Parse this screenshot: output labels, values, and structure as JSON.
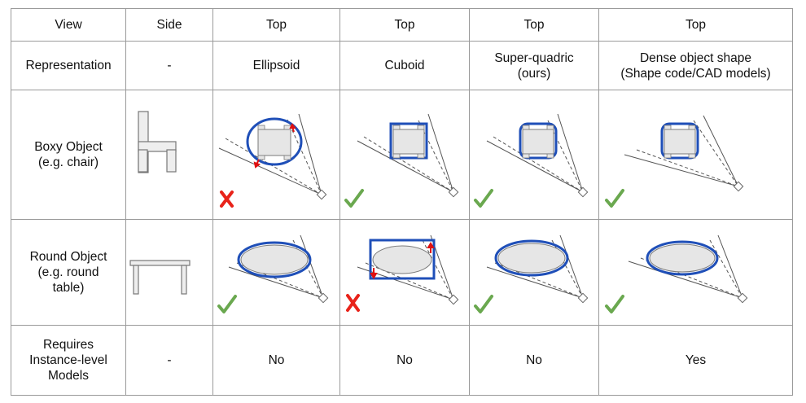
{
  "table": {
    "header": [
      "View",
      "Side",
      "Top",
      "Top",
      "Top",
      "Top"
    ],
    "representation": {
      "label": "Representation",
      "side": "-",
      "methods": [
        "Ellipsoid",
        "Cuboid",
        "Super-quadric\n(ours)",
        "Dense object shape\n(Shape code/CAD models)"
      ]
    },
    "boxy": {
      "label": "Boxy Object\n(e.g. chair)",
      "verdicts": [
        "cross",
        "check",
        "check",
        "check"
      ]
    },
    "round": {
      "label": "Round Object\n(e.g. round\ntable)",
      "verdicts": [
        "check",
        "cross",
        "check",
        "check"
      ]
    },
    "requires": {
      "label": "Requires\nInstance-level\nModels",
      "side": "-",
      "values": [
        "No",
        "No",
        "No",
        "Yes"
      ]
    }
  },
  "colors": {
    "fit_outline": "#1f4fb8",
    "check": "#6aa84f",
    "cross": "#e8231a",
    "marker": "#e01010",
    "object_fill": "#e6e6e6",
    "object_stroke": "#7a7a7a",
    "ray": "#555555"
  },
  "icons": [
    "chair-side-icon",
    "table-side-icon",
    "camera-icon",
    "check-icon",
    "cross-icon"
  ]
}
